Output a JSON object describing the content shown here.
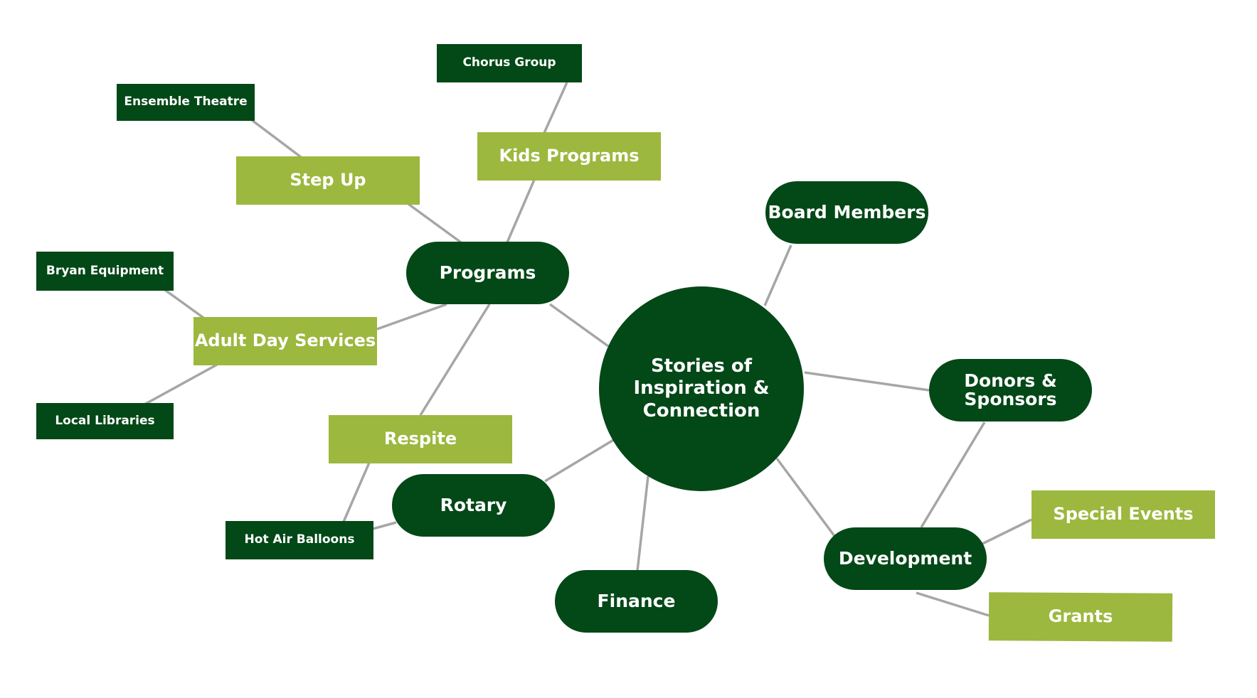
{
  "colors": {
    "dark_green": "#034817",
    "light_green": "#9cb83e",
    "connector": "#a6a6a6",
    "text": "#ffffff"
  },
  "center": {
    "label": "Stories of Inspiration & Connection"
  },
  "main_nodes": {
    "programs": "Programs",
    "board_members": "Board Members",
    "donors_sponsors": "Donors & Sponsors",
    "development": "Development",
    "finance": "Finance",
    "rotary": "Rotary"
  },
  "program_nodes": {
    "step_up": "Step Up",
    "kids_programs": "Kids Programs",
    "adult_day_services": "Adult Day Services",
    "respite": "Respite"
  },
  "development_nodes": {
    "special_events": "Special Events",
    "grants": "Grants"
  },
  "leaf_nodes": {
    "chorus_group": "Chorus Group",
    "ensemble_theatre": "Ensemble Theatre",
    "bryan_equipment": "Bryan Equipment",
    "local_libraries": "Local Libraries",
    "hot_air_balloons": "Hot Air Balloons"
  }
}
